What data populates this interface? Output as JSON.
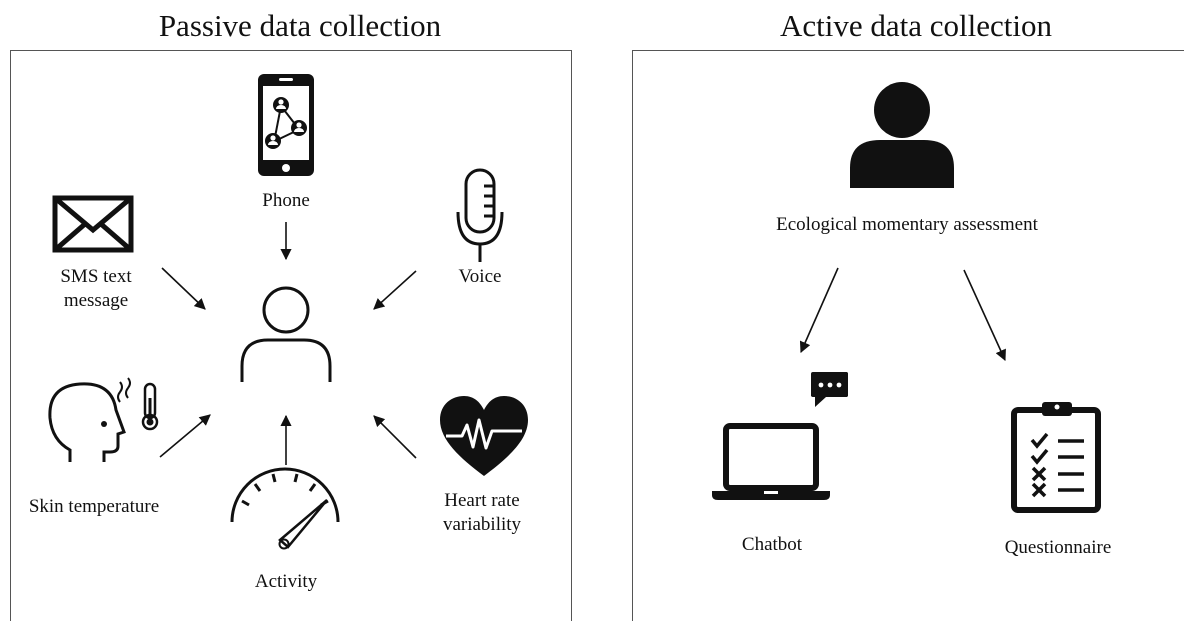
{
  "passive": {
    "title": "Passive data collection",
    "labels": {
      "phone": "Phone",
      "sms_line1": "SMS text",
      "sms_line2": "message",
      "voice": "Voice",
      "skin_temperature": "Skin temperature",
      "activity": "Activity",
      "hrv_line1": "Heart rate",
      "hrv_line2": "variability"
    }
  },
  "active": {
    "title": "Active data collection",
    "labels": {
      "ema": "Ecological momentary assessment",
      "chatbot": "Chatbot",
      "questionnaire": "Questionnaire"
    }
  },
  "icons": {
    "phone": "phone-network-icon",
    "sms": "envelope-icon",
    "voice": "microphone-icon",
    "skin_temperature": "head-thermometer-icon",
    "activity": "speedometer-icon",
    "hrv": "heart-pulse-icon",
    "center_user": "user-outline-icon",
    "ema": "user-filled-icon",
    "chatbot": "laptop-chat-icon",
    "questionnaire": "clipboard-checklist-icon"
  }
}
